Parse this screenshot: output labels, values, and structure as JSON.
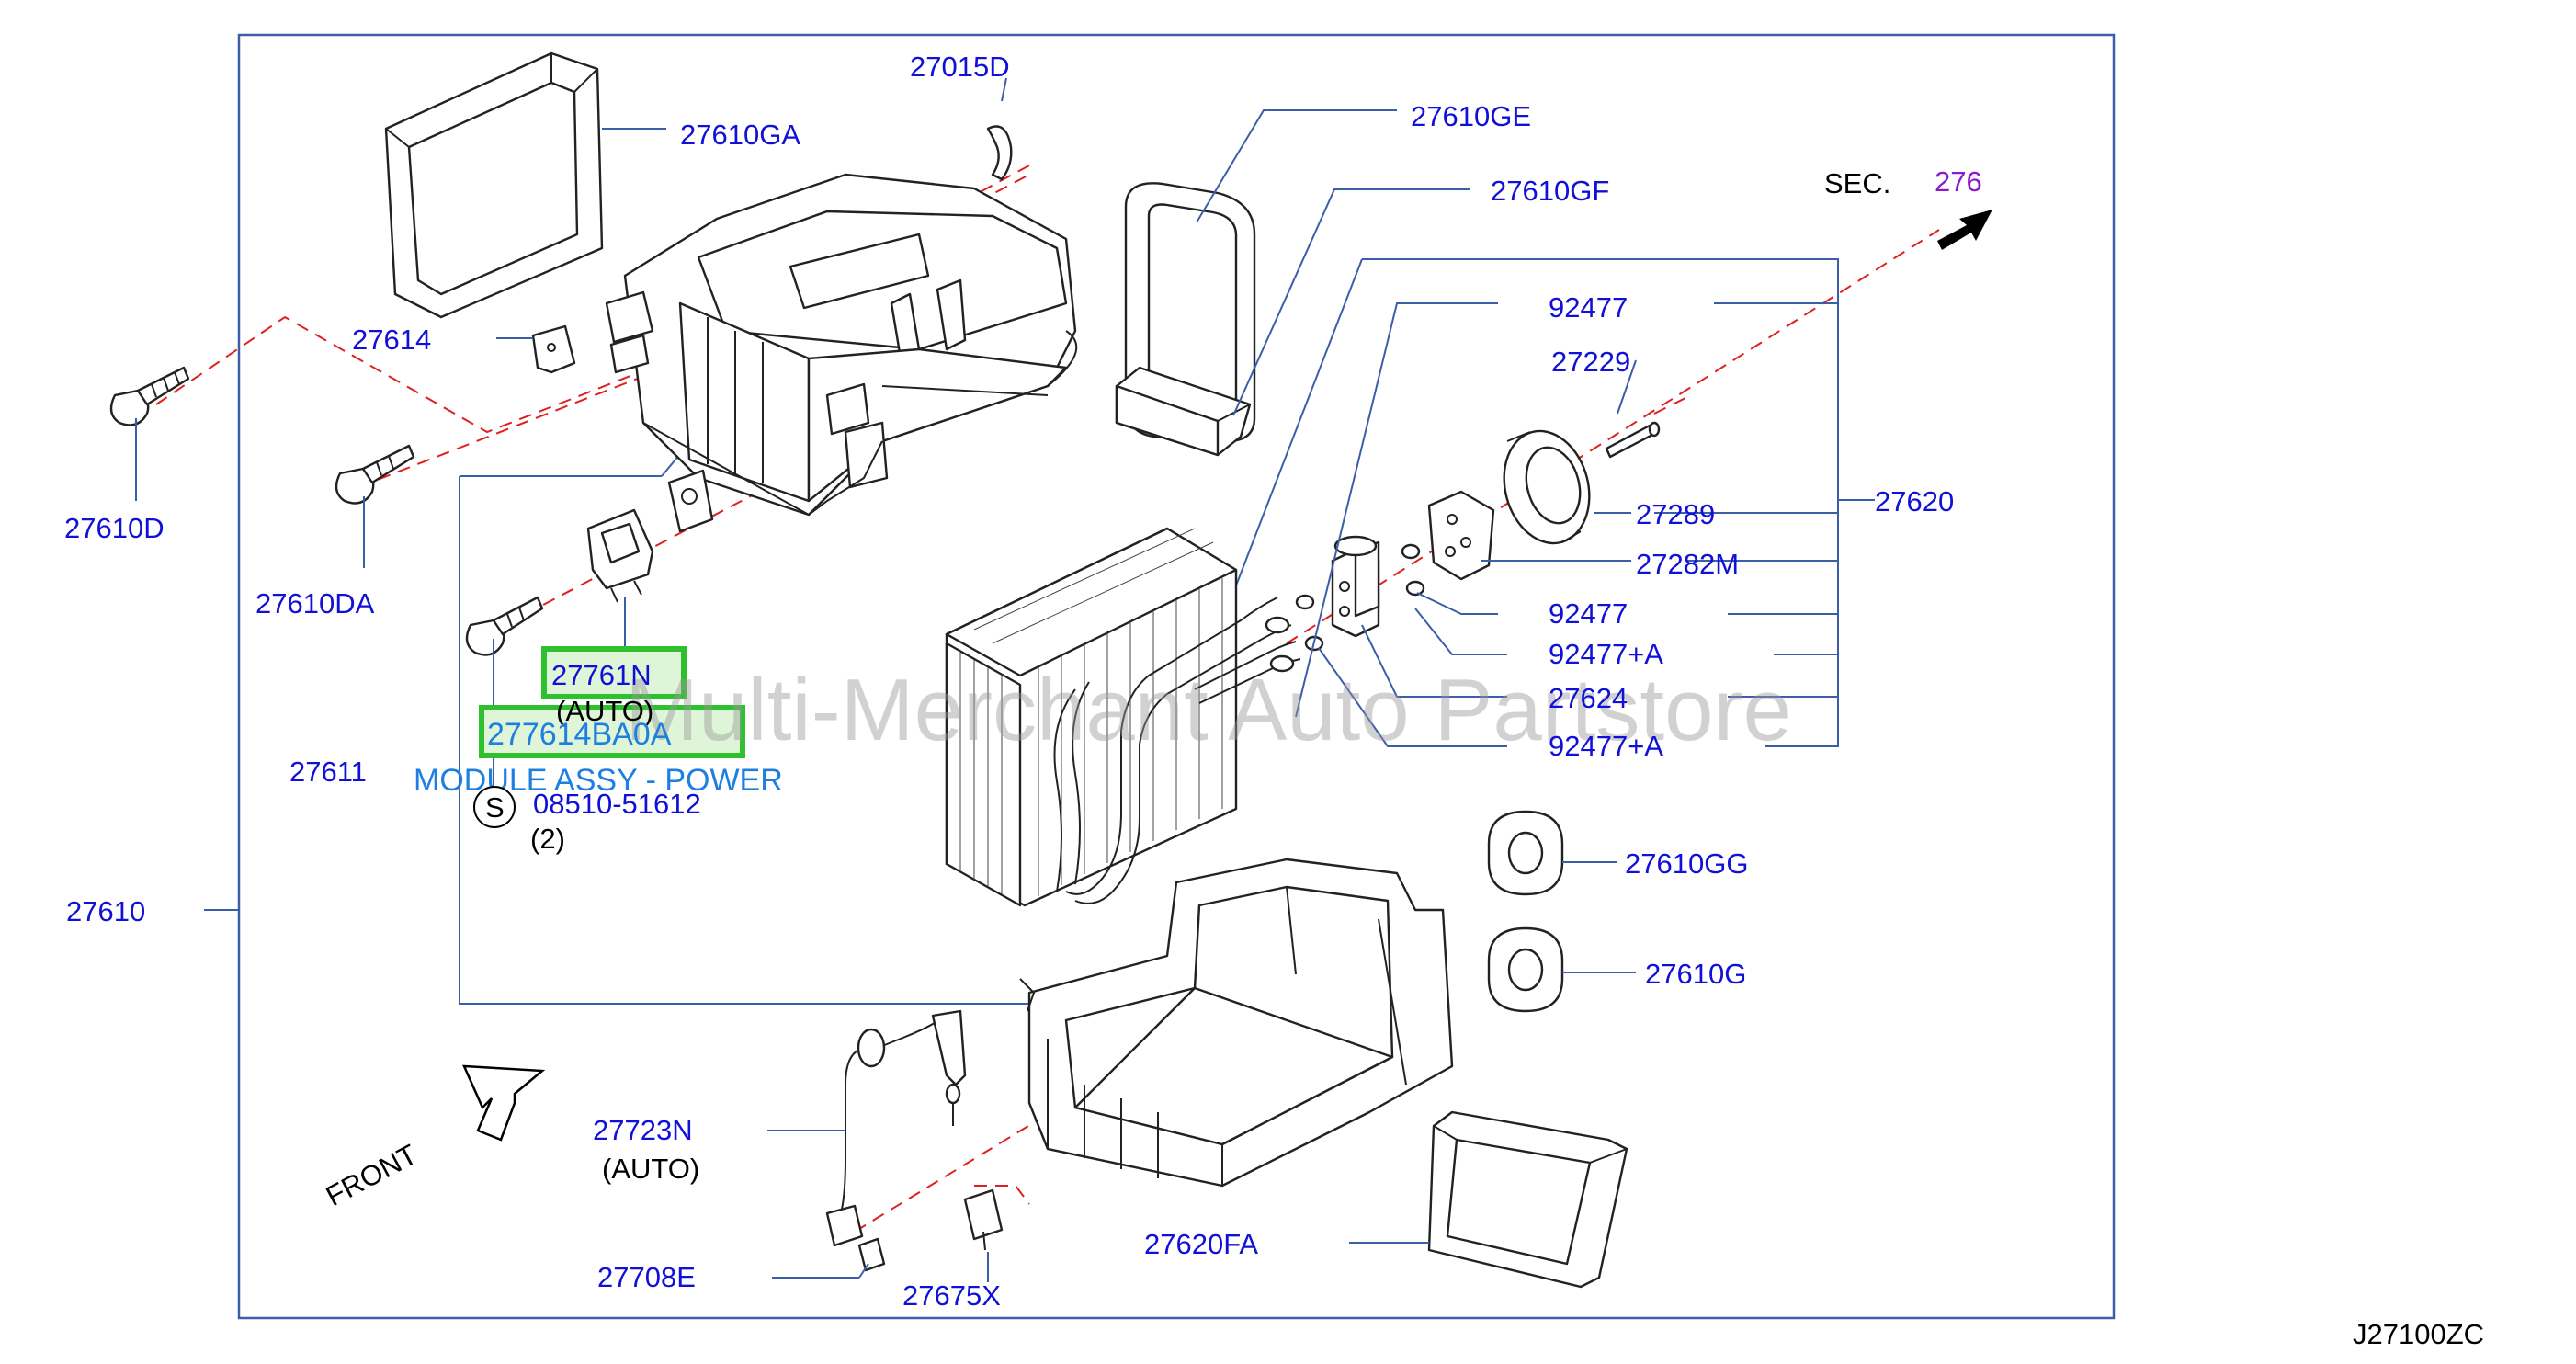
{
  "diagram": {
    "diagram_code": "J27100ZC",
    "watermark": "Multi-Merchant Auto Partstore",
    "section_ref": {
      "prefix": "SEC.",
      "number": "276"
    },
    "front_label": "FRONT",
    "screw_symbol": "S",
    "parts": {
      "p27015D": "27015D",
      "p27610GA": "27610GA",
      "p27610GE": "27610GE",
      "p27610GF": "27610GF",
      "p27614": "27614",
      "p27610D": "27610D",
      "p27610DA": "27610DA",
      "p92477a": "92477",
      "p27229": "27229",
      "p27289": "27289",
      "p27620": "27620",
      "p27282M": "27282M",
      "p92477b": "92477",
      "p92477A1": "92477+A",
      "p27624": "27624",
      "p92477A2": "92477+A",
      "p27761N": "27761N",
      "p27761N_note": "(AUTO)",
      "p277614BA0A": "277614BA0A",
      "module_desc": "MODULE ASSY - POWER",
      "p27611": "27611",
      "p08510": "08510-51612",
      "p08510_qty": "(2)",
      "p27610": "27610",
      "p27610GG": "27610GG",
      "p27610G": "27610G",
      "p27723N": "27723N",
      "p27723N_note": "(AUTO)",
      "p27620FA": "27620FA",
      "p27708E": "27708E",
      "p27675X": "27675X"
    }
  }
}
